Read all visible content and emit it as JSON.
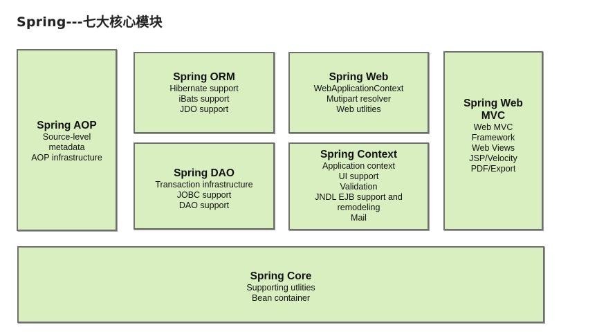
{
  "title": "Spring---七大核心模块",
  "modules": {
    "aop": {
      "title": "Spring AOP",
      "lines": [
        "Source-level",
        "metadata",
        "AOP infrastructure"
      ]
    },
    "orm": {
      "title": "Spring ORM",
      "lines": [
        "Hibernate support",
        "iBats support",
        "JDO support"
      ]
    },
    "dao": {
      "title": "Spring DAO",
      "lines": [
        "Transaction infrastructure",
        "JOBC support",
        "DAO support"
      ]
    },
    "web": {
      "title": "Spring Web",
      "lines": [
        "WebApplicationContext",
        "Mutipart resolver",
        "Web utlities"
      ]
    },
    "context": {
      "title": "Spring Context",
      "lines": [
        "Application context",
        "UI support",
        "Validation",
        "JNDL EJB support and remodeling",
        "Mail"
      ]
    },
    "webmvc": {
      "title": "Spring Web MVC",
      "lines": [
        "Web MVC",
        "Framework",
        "Web Views",
        "JSP/Velocity",
        "PDF/Export"
      ]
    },
    "core": {
      "title": "Spring Core",
      "lines": [
        "Supporting utlities",
        "Bean container"
      ]
    }
  },
  "colors": {
    "box_fill": "#d9efbf",
    "box_border": "#6f6f6f"
  }
}
